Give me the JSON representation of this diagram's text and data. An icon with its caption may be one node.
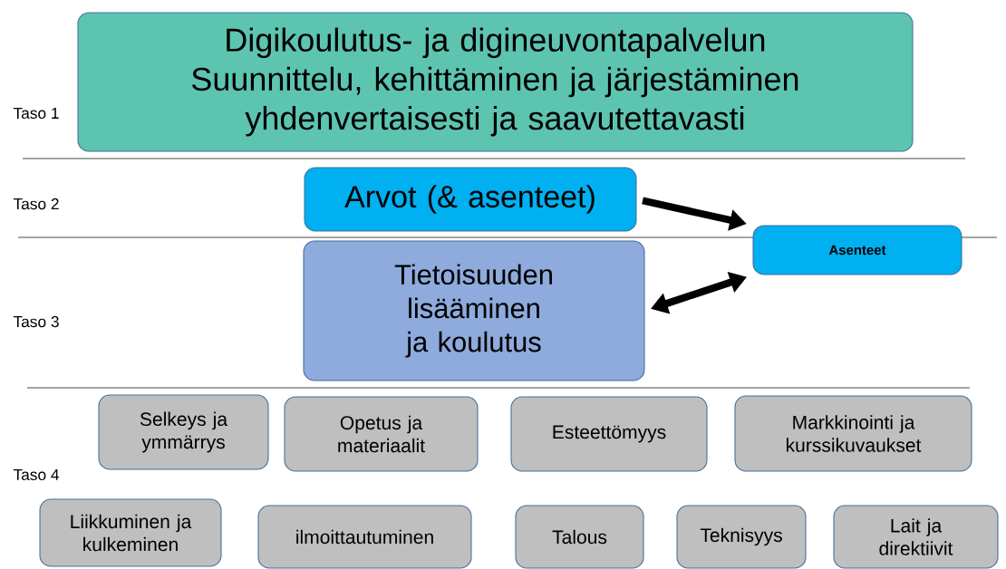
{
  "diagram": {
    "nodes": [
      {
        "text": [
          "Digikoulutus- ja digineuvontapalvelun Suunnittelu, kehittäminen ja järjestäminen yhdenvertaisesti ja saavutettavasti"
        ]
      },
      {
        "text": [
          "Arvot (& asenteet)"
        ]
      },
      {
        "text": [
          "Asenteet"
        ]
      },
      {
        "text": [
          "Tietoisuuden lisääminen ja koulutus"
        ]
      },
      {
        "text": [
          "Selkeys ja ymmärrys"
        ]
      },
      {
        "text": [
          "Opetus ja materiaalit"
        ]
      },
      {
        "text": [
          "Esteettömyys"
        ]
      },
      {
        "text": [
          "Markkinointi ja kurssikuvaukset"
        ]
      },
      {
        "text": [
          "Liikkuminen ja kulkeminen"
        ]
      },
      {
        "text": [
          "ilmoittautuminen"
        ]
      },
      {
        "text": [
          "Talous"
        ]
      },
      {
        "text": [
          "Teknisyys"
        ]
      },
      {
        "text": [
          "Lait ja direktiivit"
        ]
      }
    ],
    "edges": [
      {
        "from": 1,
        "to": 2,
        "arrow": "to"
      },
      {
        "from": 3,
        "to": 2,
        "arrow": "both"
      }
    ],
    "labels": [
      "Taso 1",
      "Taso 2",
      "Taso 3",
      "Taso 4"
    ]
  }
}
